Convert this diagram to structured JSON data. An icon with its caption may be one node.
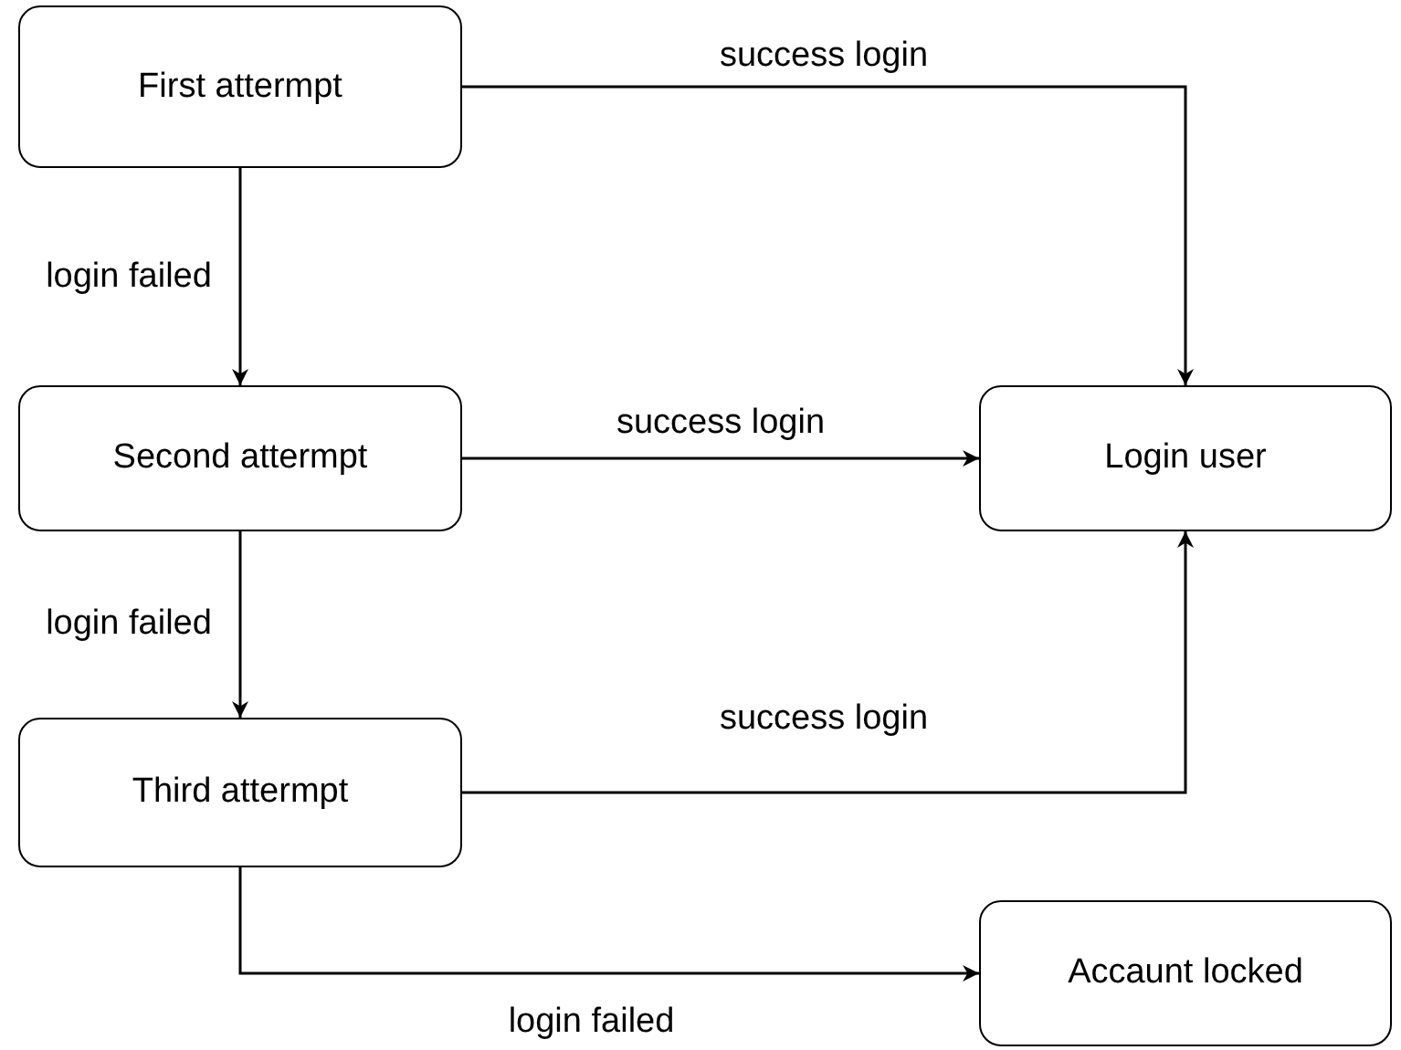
{
  "diagram": {
    "nodes": [
      {
        "text": [
          "First attermpt"
        ]
      },
      {
        "text": [
          "Second attermpt"
        ]
      },
      {
        "text": [
          "Third attermpt"
        ]
      },
      {
        "text": [
          "Login user"
        ]
      },
      {
        "text": [
          "Accaunt locked"
        ]
      }
    ],
    "edges": [
      {
        "from": 0,
        "to": 3,
        "arrow": "to",
        "label": "success login"
      },
      {
        "from": 0,
        "to": 1,
        "arrow": "to",
        "label": "login failed"
      },
      {
        "from": 1,
        "to": 3,
        "arrow": "to",
        "label": "success login"
      },
      {
        "from": 1,
        "to": 2,
        "arrow": "to",
        "label": "login failed"
      },
      {
        "from": 2,
        "to": 3,
        "arrow": "to",
        "label": "success login"
      },
      {
        "from": 2,
        "to": 4,
        "arrow": "to",
        "label": "login failed"
      }
    ]
  }
}
